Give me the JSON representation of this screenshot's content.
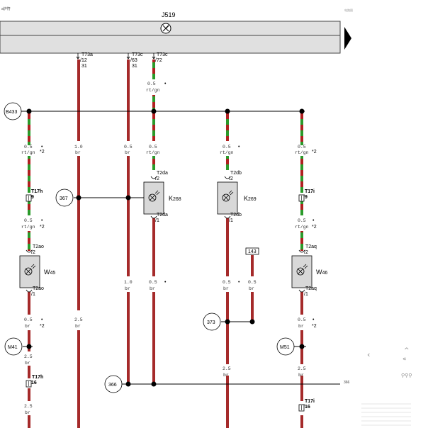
{
  "header": {
    "left_note": "a护符",
    "right_note": "电路图",
    "unit_label": "J519"
  },
  "connector_labels": [
    {
      "id": "t73a",
      "name": "T73a",
      "pins": "/12",
      "pin2": "31"
    },
    {
      "id": "t73c1",
      "name": "T73c",
      "pins": "/63",
      "pin2": "31"
    },
    {
      "id": "t73c2",
      "name": "T73c",
      "pins": "/72",
      "pin2": ""
    }
  ],
  "wire_specs": {
    "w1_top": {
      "size": "0.5",
      "color": "rt/gn"
    },
    "w0_mid": {
      "size": "0.5",
      "color": "rt/gn",
      "note": "*2"
    },
    "w1_mid": {
      "size": "1.0",
      "color": "br"
    },
    "w2_mid": {
      "size": "0.5",
      "color": "br"
    },
    "w3_mid": {
      "size": "0.5",
      "color": "rt/gn"
    },
    "w4_mid": {
      "size": "0.5",
      "color": "rt/gn"
    },
    "w5_mid": {
      "size": "0.5",
      "color": "rt/gn",
      "note": "*2"
    },
    "w0_low": {
      "size": "0.5",
      "color": "rt/gn",
      "note": "*2"
    },
    "w5_low": {
      "size": "0.5",
      "color": "rt/gn",
      "note": "*2"
    },
    "w2_low": {
      "size": "1.0",
      "color": "br"
    },
    "w3_low": {
      "size": "0.5",
      "color": "br"
    },
    "w4_low": {
      "size": "0.5",
      "color": "br"
    },
    "w143_low": {
      "size": "0.5",
      "color": "br"
    },
    "w0_b1": {
      "size": "0.5",
      "color": "br",
      "note": "*2"
    },
    "w1_b1": {
      "size": "2.5",
      "color": "br"
    },
    "w5_b1": {
      "size": "0.5",
      "color": "br",
      "note": "*2"
    },
    "w0_b2": {
      "size": "2.5",
      "color": "br"
    },
    "w0_b3": {
      "size": "2.5",
      "color": "br"
    },
    "w4_b2": {
      "size": "2.5",
      "color": "br"
    },
    "w5_b2": {
      "size": "2.5",
      "color": "br"
    }
  },
  "components": {
    "k268": {
      "name": "K",
      "sub": "268",
      "pin_top": "T2da",
      "pin_top_n": "/2",
      "pin_bot": "T2da",
      "pin_bot_n": "/1"
    },
    "k269": {
      "name": "K",
      "sub": "269",
      "pin_top": "T2db",
      "pin_top_n": "/2",
      "pin_bot": "T2db",
      "pin_bot_n": "/1"
    },
    "w45": {
      "name": "W",
      "sub": "45",
      "pin_top": "T2ao",
      "pin_top_n": "/2",
      "pin_bot": "T2ao",
      "pin_bot_n": "/1"
    },
    "w46": {
      "name": "W",
      "sub": "46",
      "pin_top": "T2aq",
      "pin_top_n": "/2",
      "pin_bot": "T2aq",
      "pin_bot_n": "/1"
    }
  },
  "plugs": {
    "t17h_top": {
      "name": "T17h",
      "pin": "/9"
    },
    "t17i_top": {
      "name": "T17i",
      "pin": "/9"
    },
    "t17h_bot": {
      "name": "T17h",
      "pin": "/16"
    },
    "t17i_bot": {
      "name": "T17i",
      "pin": "/16"
    }
  },
  "refs": {
    "b433": "B433",
    "r367": "367",
    "r373": "373",
    "m41": "M41",
    "m51": "M51",
    "r366": "366",
    "box143": "143",
    "edge366": "366"
  },
  "colors": {
    "wire_red": "#b02020",
    "wire_green": "#2a9a2a",
    "wire_brown": "#a52a2a",
    "unit_fill": "#e0e0e0",
    "component_fill": "#d8d8d8"
  },
  "side_nav": {
    "back_glyph": "‹",
    "up_glyph": "^",
    "prev_glyph": "«",
    "tools_glyph": "⚲⚲⚲"
  },
  "legend_lines": [
    "",
    "",
    "",
    "",
    "",
    "",
    "",
    ""
  ]
}
